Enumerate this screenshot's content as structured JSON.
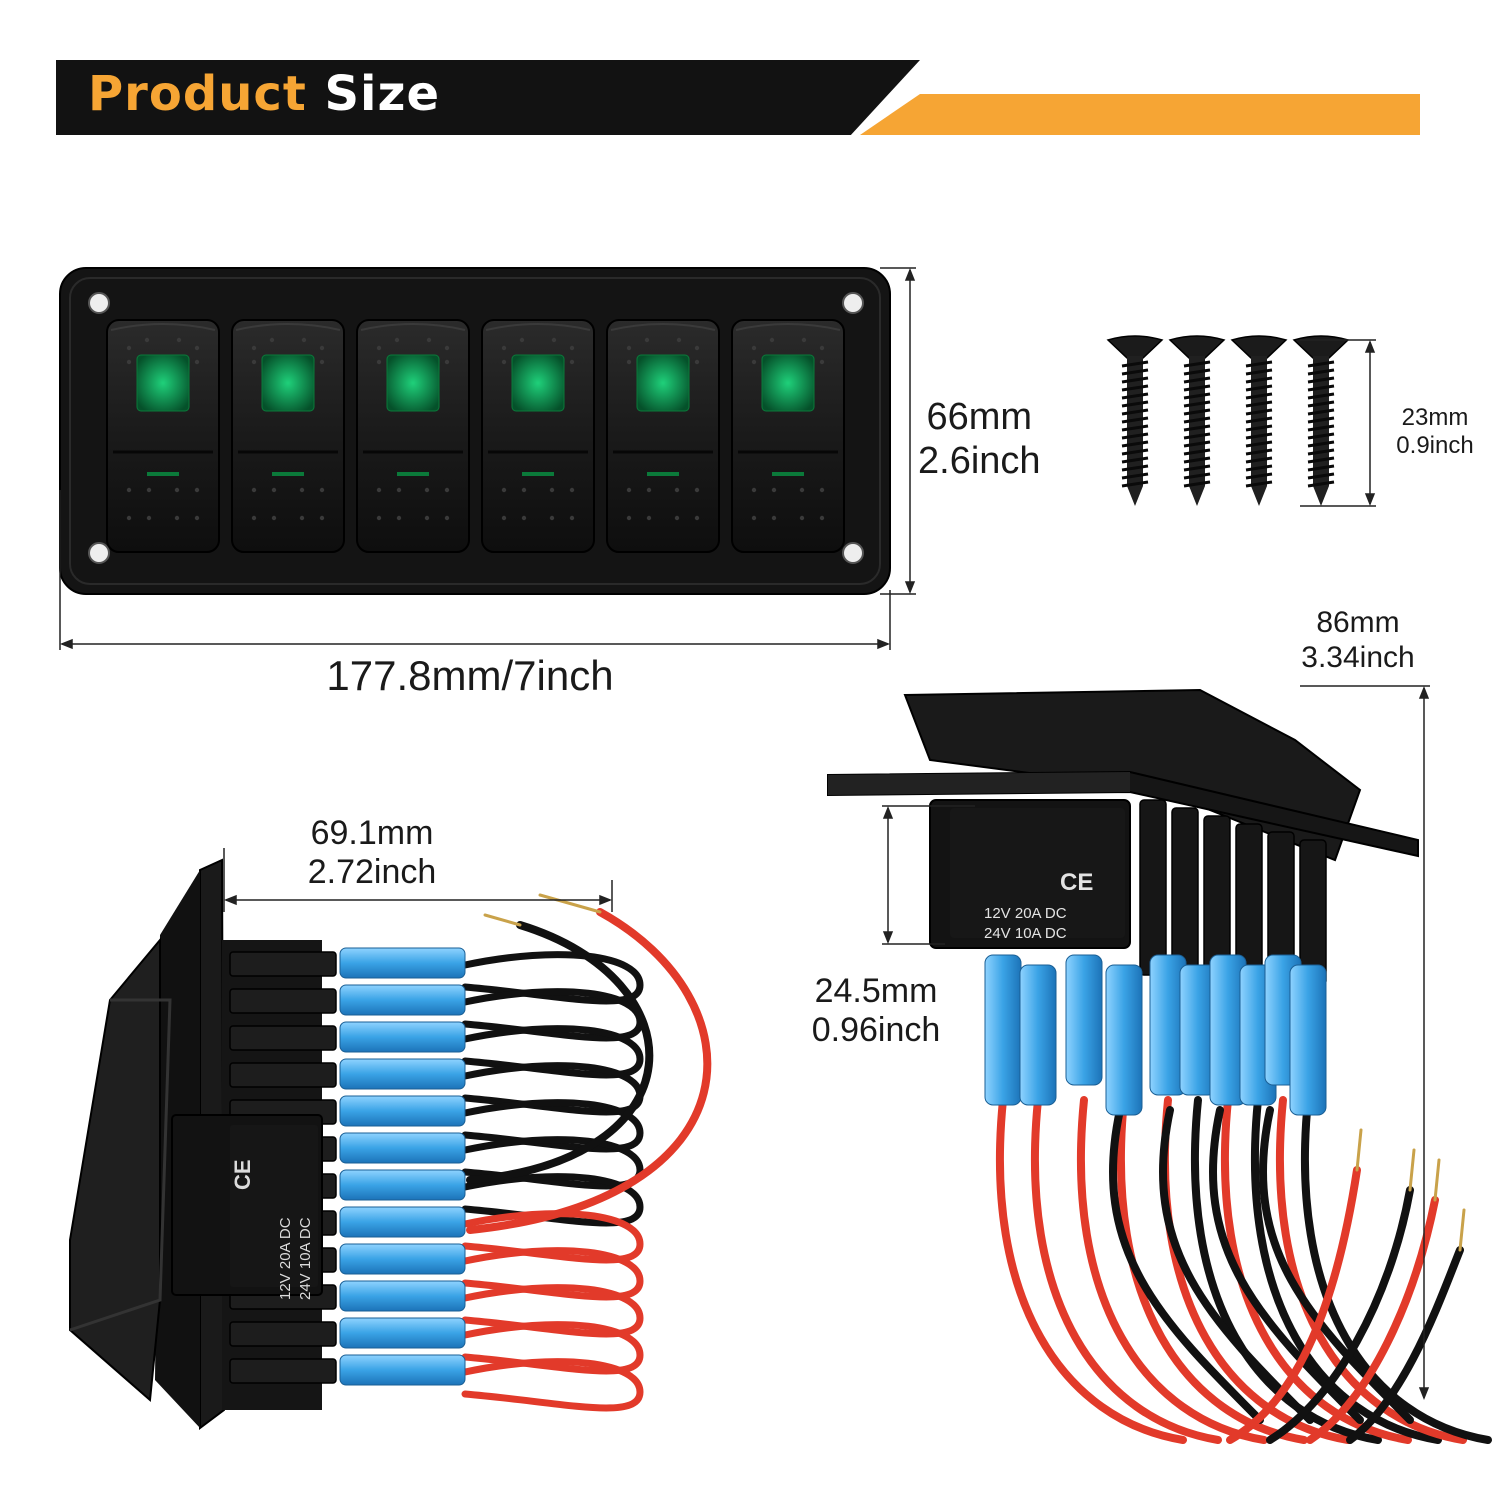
{
  "header": {
    "title_part1": "Product",
    "title_part2": "Size",
    "colors": {
      "accent": "#f6a534",
      "bar": "#121212"
    }
  },
  "dimensions": {
    "panel_height": {
      "mm": "66mm",
      "inch": "2.6inch"
    },
    "panel_width": {
      "label": "177.8mm/7inch"
    },
    "screw_length": {
      "mm": "23mm",
      "inch": "0.9inch"
    },
    "switch_depth": {
      "mm": "69.1mm",
      "inch": "2.72inch"
    },
    "panel_side_height": {
      "mm": "86mm",
      "inch": "3.34inch"
    },
    "switch_body": {
      "mm": "24.5mm",
      "inch": "0.96inch"
    }
  },
  "switch_label": {
    "mark": "CE",
    "line1": "12V  20A  DC",
    "line2": "24V  10A  DC"
  },
  "product": {
    "switch_count": 6,
    "screw_count": 4,
    "led_color": "#0b7a3a"
  }
}
